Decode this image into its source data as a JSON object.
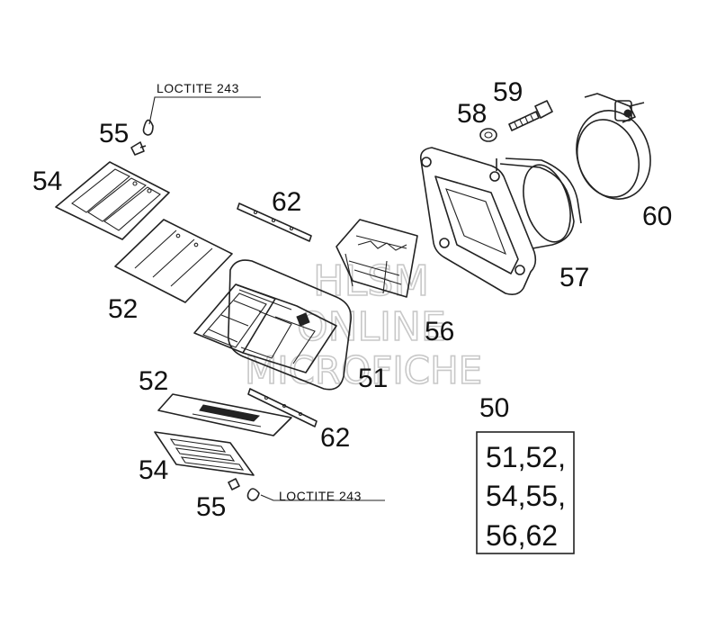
{
  "callouts": {
    "c59": "59",
    "c58": "58",
    "c55_top": "55",
    "c54_top": "54",
    "c62_top": "62",
    "c60": "60",
    "c57": "57",
    "c52_top": "52",
    "c56": "56",
    "c51": "51",
    "c52_bottom": "52",
    "c62_bottom": "62",
    "c54_bottom": "54",
    "c55_bottom": "55",
    "c50": "50"
  },
  "notes": {
    "loctite_top": "LOCTITE 243",
    "loctite_bottom": "LOCTITE 243"
  },
  "kit_box": {
    "lines": [
      "51,52,",
      "54,55,",
      "56,62"
    ]
  },
  "watermark": {
    "line1": "HLSM",
    "line2": "ONLINE",
    "line3": "MICROFICHE"
  }
}
